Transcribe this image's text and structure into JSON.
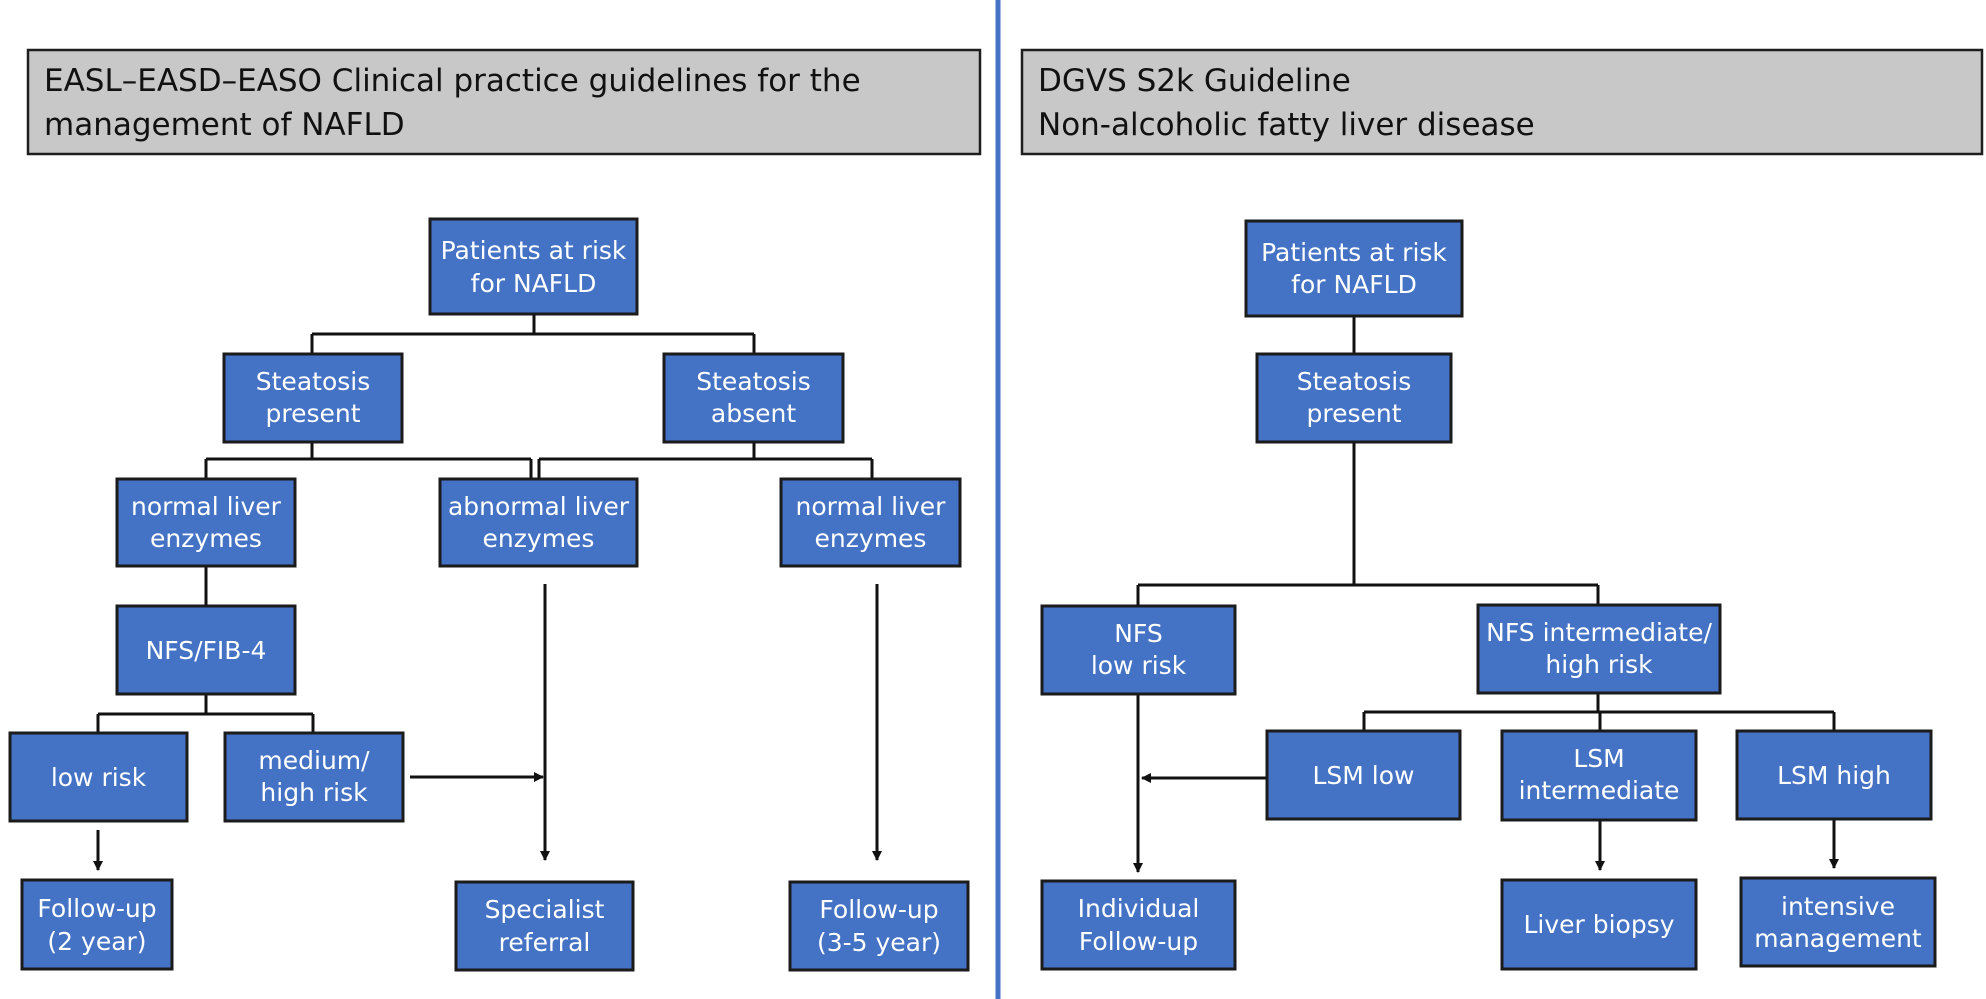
{
  "colors": {
    "node_fill": "#4472c4",
    "header_fill": "#c8c8c8",
    "divider": "#4472c4"
  },
  "panels": {
    "left": {
      "title_lines": [
        "EASL–EASD–EASO Clinical practice guidelines for the",
        "management of NAFLD"
      ],
      "nodes": {
        "patients": [
          "Patients at risk",
          "for NAFLD"
        ],
        "steatosis_present": [
          "Steatosis",
          "present"
        ],
        "steatosis_absent": [
          "Steatosis",
          "absent"
        ],
        "normal_enzymes_1": [
          "normal liver",
          "enzymes"
        ],
        "abnormal_enzymes": [
          "abnormal liver",
          "enzymes"
        ],
        "normal_enzymes_2": [
          "normal liver",
          "enzymes"
        ],
        "nfs_fib4": [
          "NFS/FIB-4"
        ],
        "low_risk": [
          "low risk"
        ],
        "medium_high_risk": [
          "medium/",
          "high risk"
        ],
        "followup_2": [
          "Follow-up",
          "(2 year)"
        ],
        "specialist": [
          "Specialist",
          "referral"
        ],
        "followup_35": [
          "Follow-up",
          "(3-5 year)"
        ]
      }
    },
    "right": {
      "title_lines": [
        "DGVS S2k Guideline",
        "Non-alcoholic fatty liver disease"
      ],
      "nodes": {
        "patients": [
          "Patients at risk",
          "for NAFLD"
        ],
        "steatosis_present": [
          "Steatosis",
          "present"
        ],
        "nfs_low": [
          "NFS",
          "low risk"
        ],
        "nfs_inter_high": [
          "NFS intermediate/",
          "high risk"
        ],
        "lsm_low": [
          "LSM low"
        ],
        "lsm_intermediate": [
          "LSM",
          "intermediate"
        ],
        "lsm_high": [
          "LSM high"
        ],
        "individual_followup": [
          "Individual",
          "Follow-up"
        ],
        "liver_biopsy": [
          "Liver biopsy"
        ],
        "intensive_management": [
          "intensive",
          "management"
        ]
      }
    }
  }
}
